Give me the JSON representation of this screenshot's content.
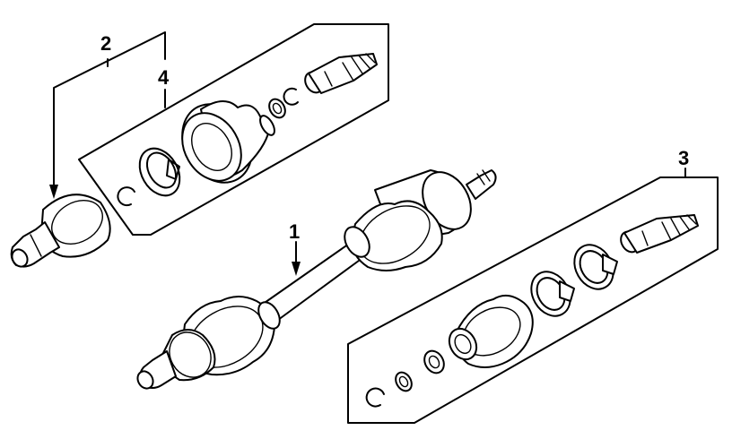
{
  "callouts": [
    {
      "id": "1",
      "text": "1"
    },
    {
      "id": "2",
      "text": "2"
    },
    {
      "id": "3",
      "text": "3"
    },
    {
      "id": "4",
      "text": "4"
    }
  ],
  "colors": {
    "line": "#000000",
    "background": "#ffffff"
  },
  "parts": [
    {
      "name": "drive-axle-assembly-icon"
    },
    {
      "name": "outer-cv-joint-icon"
    },
    {
      "name": "inner-boot-kit-icon"
    },
    {
      "name": "outer-boot-kit-icon"
    },
    {
      "name": "grease-tube-icon"
    },
    {
      "name": "snap-ring-icon"
    },
    {
      "name": "boot-clamp-icon"
    }
  ]
}
